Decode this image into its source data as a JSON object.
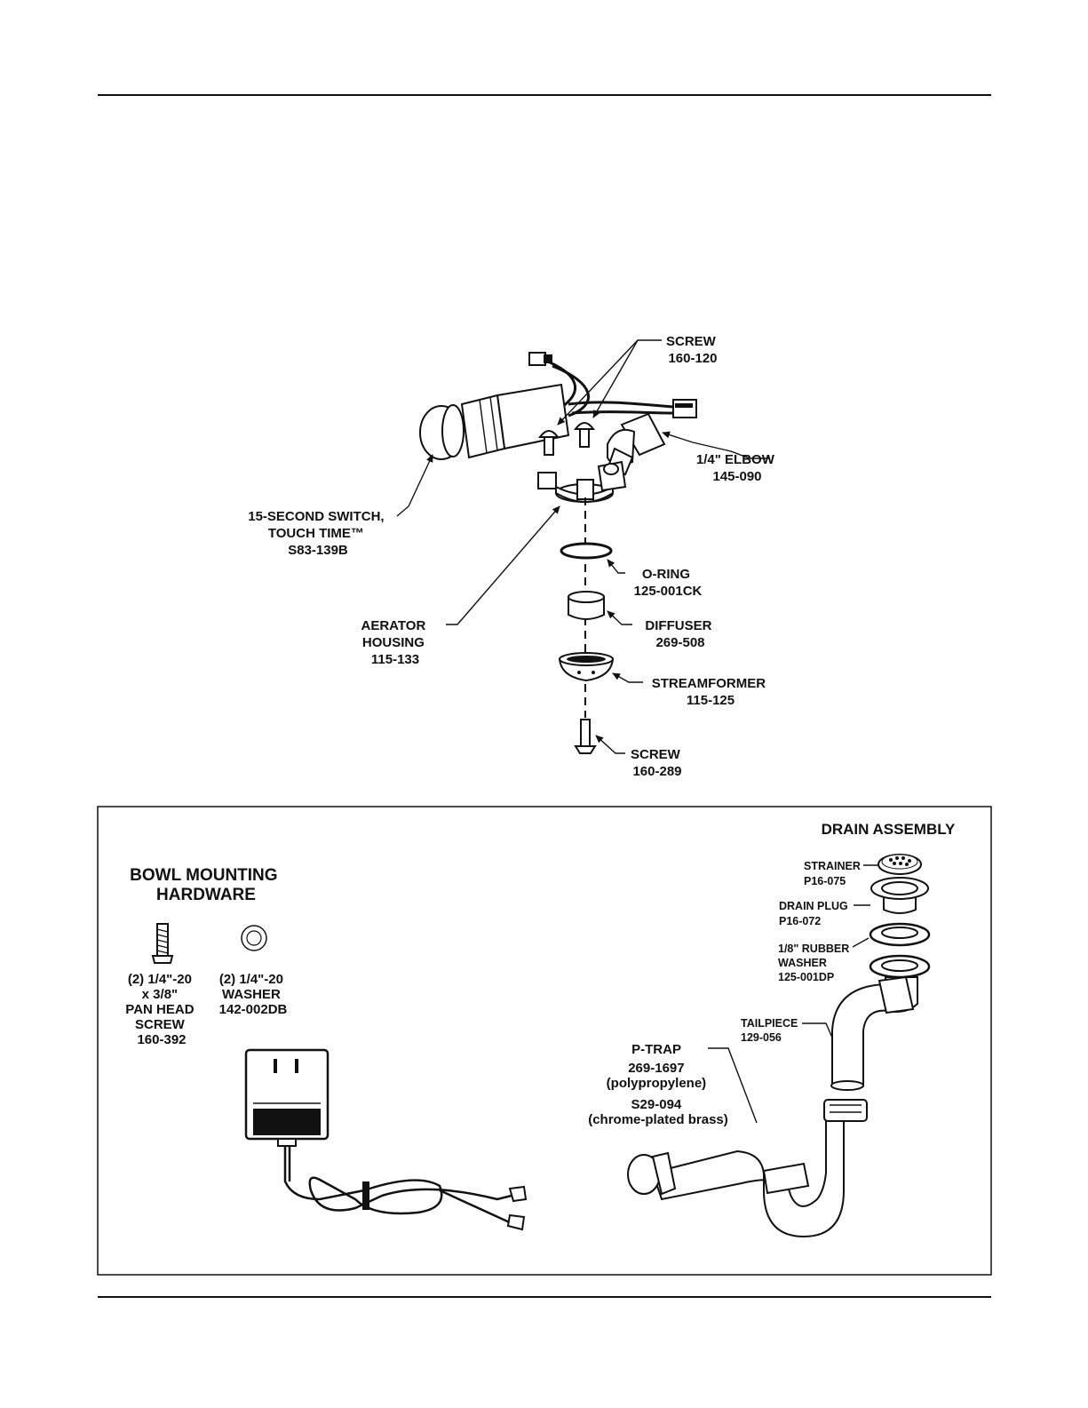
{
  "faucet": {
    "screw_top": [
      "SCREW",
      "160-120"
    ],
    "elbow": [
      "1/4\" ELBOW",
      "145-090"
    ],
    "switch": [
      "15-SECOND SWITCH,",
      "TOUCH TIME™",
      "S83-139B"
    ],
    "oring": [
      "O-RING",
      "125-001CK"
    ],
    "aerator": [
      "AERATOR",
      "HOUSING",
      "115-133"
    ],
    "diffuser": [
      "DIFFUSER",
      "269-508"
    ],
    "streamformer": [
      "STREAMFORMER",
      "115-125"
    ],
    "screw_bottom": [
      "SCREW",
      "160-289"
    ]
  },
  "bowl": {
    "title": [
      "BOWL MOUNTING",
      "HARDWARE"
    ],
    "screw": [
      "(2) 1/4\"-20",
      "x 3/8\"",
      "PAN HEAD",
      "SCREW",
      "160-392"
    ],
    "washer": [
      "(2) 1/4\"-20",
      "WASHER",
      "142-002DB"
    ]
  },
  "drain": {
    "title": "DRAIN ASSEMBLY",
    "strainer": [
      "STRAINER",
      "P16-075"
    ],
    "drain_plug": [
      "DRAIN PLUG",
      "P16-072"
    ],
    "rubber_washer": [
      "1/8\" RUBBER",
      "WASHER",
      "125-001DP"
    ],
    "tailpiece": [
      "TAILPIECE",
      "129-056"
    ],
    "ptrap": [
      "P-TRAP",
      "269-1697",
      "(polypropylene)",
      "S29-094",
      "(chrome-plated brass)"
    ]
  }
}
